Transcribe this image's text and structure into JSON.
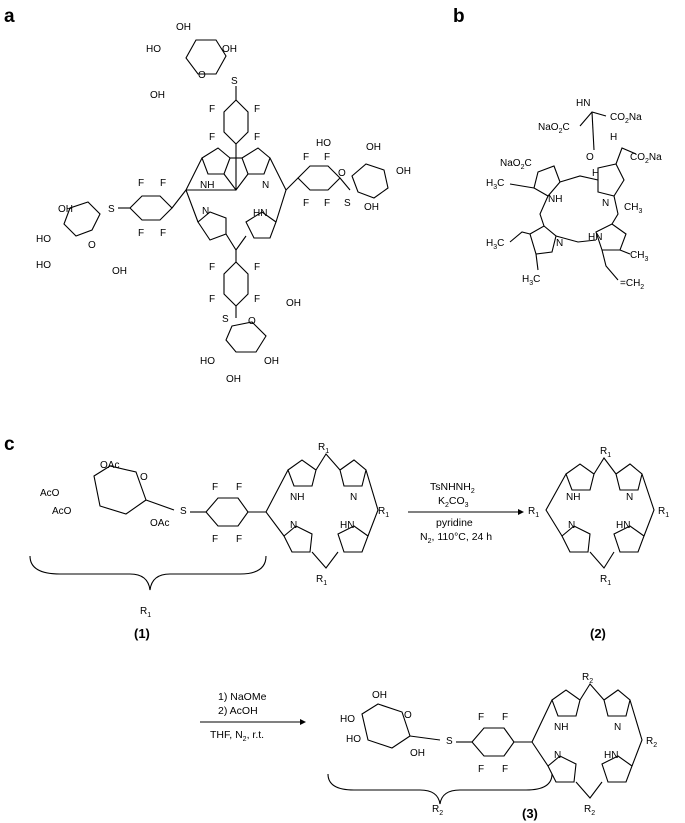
{
  "panels": {
    "a": "a",
    "b": "b",
    "c": "c"
  },
  "atoms": {
    "nh": "NH",
    "hn": "HN",
    "n": "N",
    "f": "F",
    "s": "S",
    "o": "O",
    "oh": "OH",
    "ho": "HO",
    "oac": "OAc",
    "aco": "AcO",
    "h": "H",
    "ch3": "CH",
    "h3c": "H",
    "nao2c": "NaO",
    "co2na": "CO",
    "naooc": "NaO",
    "co2na_b": "CO",
    "sub2": "2",
    "sub3": "3",
    "c_sub": "C",
    "c_na": "C",
    "na": "Na",
    "o2c": "O",
    "ch2_vinyl": "CH",
    "hn_amide": "HN",
    "r1": "R",
    "r2": "R",
    "one": "1",
    "two": "2"
  },
  "reaction1": {
    "reagent1": "TsNHNH",
    "reagent1_sub": "2",
    "reagent2": "K",
    "reagent2_sub1": "2",
    "reagent2_mid": "CO",
    "reagent2_sub2": "3",
    "solvent": "pyridine",
    "conditions": "N",
    "conditions_sub": "2",
    "conditions_rest": ", 110°C, 24 h"
  },
  "reaction2": {
    "step1": "1) NaOMe",
    "step2": "2) AcOH",
    "conditions": "THF, N",
    "conditions_sub": "2",
    "conditions_rest": ", r.t."
  },
  "compounds": {
    "c1": "(1)",
    "c2": "(2)",
    "c3": "(3)"
  },
  "brace_labels": {
    "r1": "R",
    "r1_sub": "1",
    "r2": "R",
    "r2_sub": "2"
  }
}
